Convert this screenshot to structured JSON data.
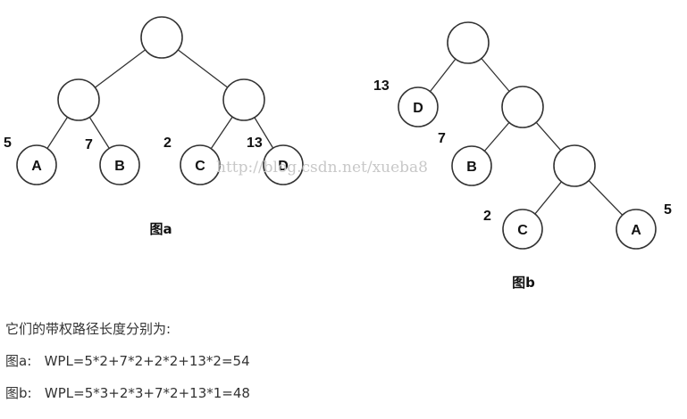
{
  "tree_a": {
    "caption": "图a",
    "leaves": [
      {
        "name": "A",
        "weight": "5"
      },
      {
        "name": "B",
        "weight": "7"
      },
      {
        "name": "C",
        "weight": "2"
      },
      {
        "name": "D",
        "weight": "13"
      }
    ]
  },
  "tree_b": {
    "caption": "图b",
    "leaves": [
      {
        "name": "D",
        "weight": "13"
      },
      {
        "name": "B",
        "weight": "7"
      },
      {
        "name": "C",
        "weight": "2"
      },
      {
        "name": "A",
        "weight": "5"
      }
    ]
  },
  "watermark": "http://blog.csdn.net/xueba8",
  "text": {
    "intro": "它们的带权路径长度分别为:",
    "wpl_a_prefix": "图a:",
    "wpl_a": "WPL=5*2+7*2+2*2+13*2=54",
    "wpl_b_prefix": "图b:",
    "wpl_b": "WPL=5*3+2*3+7*2+13*1=48"
  }
}
